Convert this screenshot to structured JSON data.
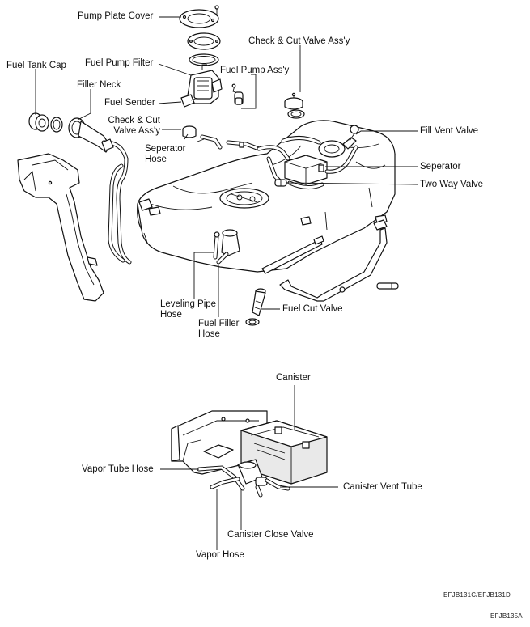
{
  "labels": {
    "pump_plate_cover": "Pump Plate Cover",
    "fuel_pump_filter": "Fuel Pump Filter",
    "fuel_tank_cap": "Fuel Tank Cap",
    "filler_neck": "Filler Neck",
    "fuel_sender": "Fuel Sender",
    "check_cut_valve_top": "Check & Cut Valve Ass'y",
    "fuel_pump_assy": "Fuel Pump Ass'y",
    "check_cut_valve_left_1": "Check & Cut",
    "check_cut_valve_left_2": "Valve Ass'y",
    "separator_hose_1": "Seperator",
    "separator_hose_2": "Hose",
    "fill_vent_valve": "Fill Vent Valve",
    "separator": "Seperator",
    "two_way_valve": "Two Way Valve",
    "leveling_pipe_hose_1": "Leveling Pipe",
    "leveling_pipe_hose_2": "Hose",
    "fuel_filler_hose_1": "Fuel Filler",
    "fuel_filler_hose_2": "Hose",
    "fuel_cut_valve": "Fuel Cut Valve",
    "canister": "Canister",
    "vapor_tube_hose": "Vapor Tube Hose",
    "canister_vent_tube": "Canister Vent Tube",
    "canister_close_valve": "Canister Close Valve",
    "vapor_hose": "Vapor Hose"
  },
  "reference_codes": {
    "code_1": "EFJB131C/EFJB131D",
    "code_2": "EFJB135A"
  }
}
